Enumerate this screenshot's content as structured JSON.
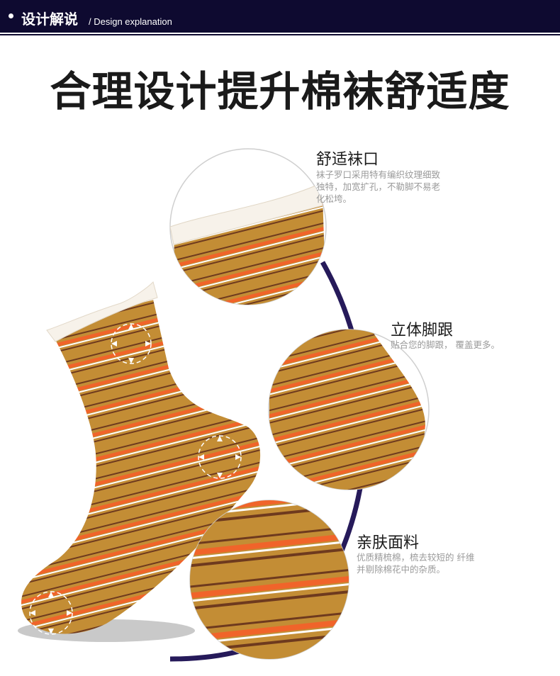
{
  "header": {
    "title_cn": "设计解说",
    "title_en": "/ Design explanation"
  },
  "main_title": "合理设计提升棉袜舒适度",
  "features": [
    {
      "title": "舒适袜口",
      "desc_lines": [
        "袜子罗口采用特有编织纹理细致",
        "独特，加宽扩孔，不勒脚不易老",
        "化松垮。"
      ]
    },
    {
      "title": "立体脚跟",
      "desc_lines": [
        "贴合您的脚跟， 覆盖更多。"
      ]
    },
    {
      "title": "亲肤面料",
      "desc_lines": [
        "优质精梳棉，梳去较短的 纤维",
        "并剔除棉花中的杂质。"
      ]
    }
  ],
  "colors": {
    "header_bg": "#0e0a30",
    "sock_base": "#c38d35",
    "stripe_orange": "#f0642a",
    "stripe_brown": "#6e3a1e",
    "cuff_white": "#f7f2ea",
    "arc": "#261a5a"
  }
}
